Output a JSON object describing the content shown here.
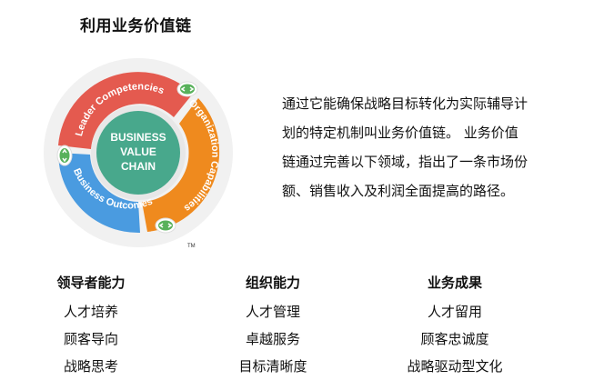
{
  "title": "利用业务价值链",
  "diagram": {
    "center_lines": [
      "BUSINESS",
      "VALUE",
      "CHAIN"
    ],
    "segments": [
      {
        "text": "Leader Competencies",
        "color": "#e45a4f"
      },
      {
        "text": "Organization Capabilities",
        "color": "#ef8a1e"
      },
      {
        "text": "Business Outcomes",
        "color": "#4a9be0"
      }
    ],
    "center_color": "#48a88c",
    "arrow_color": "#58b15b",
    "tm": "TM"
  },
  "description": {
    "lines": [
      "通过它能确保战略目标转化为实际辅导计",
      "划的特定机制叫业务价值链。 业务价值",
      "链通过完善以下领域，指出了一条市场份",
      "额、销售收入及利润全面提高的路径。"
    ]
  },
  "columns": [
    {
      "header": "领导者能力",
      "items": [
        "人才培养",
        "顾客导向",
        "战略思考"
      ]
    },
    {
      "header": "组织能力",
      "items": [
        "人才管理",
        "卓越服务",
        "目标清晰度"
      ]
    },
    {
      "header": "业务成果",
      "items": [
        "人才留用",
        "顾客忠诚度",
        "战略驱动型文化"
      ]
    }
  ]
}
